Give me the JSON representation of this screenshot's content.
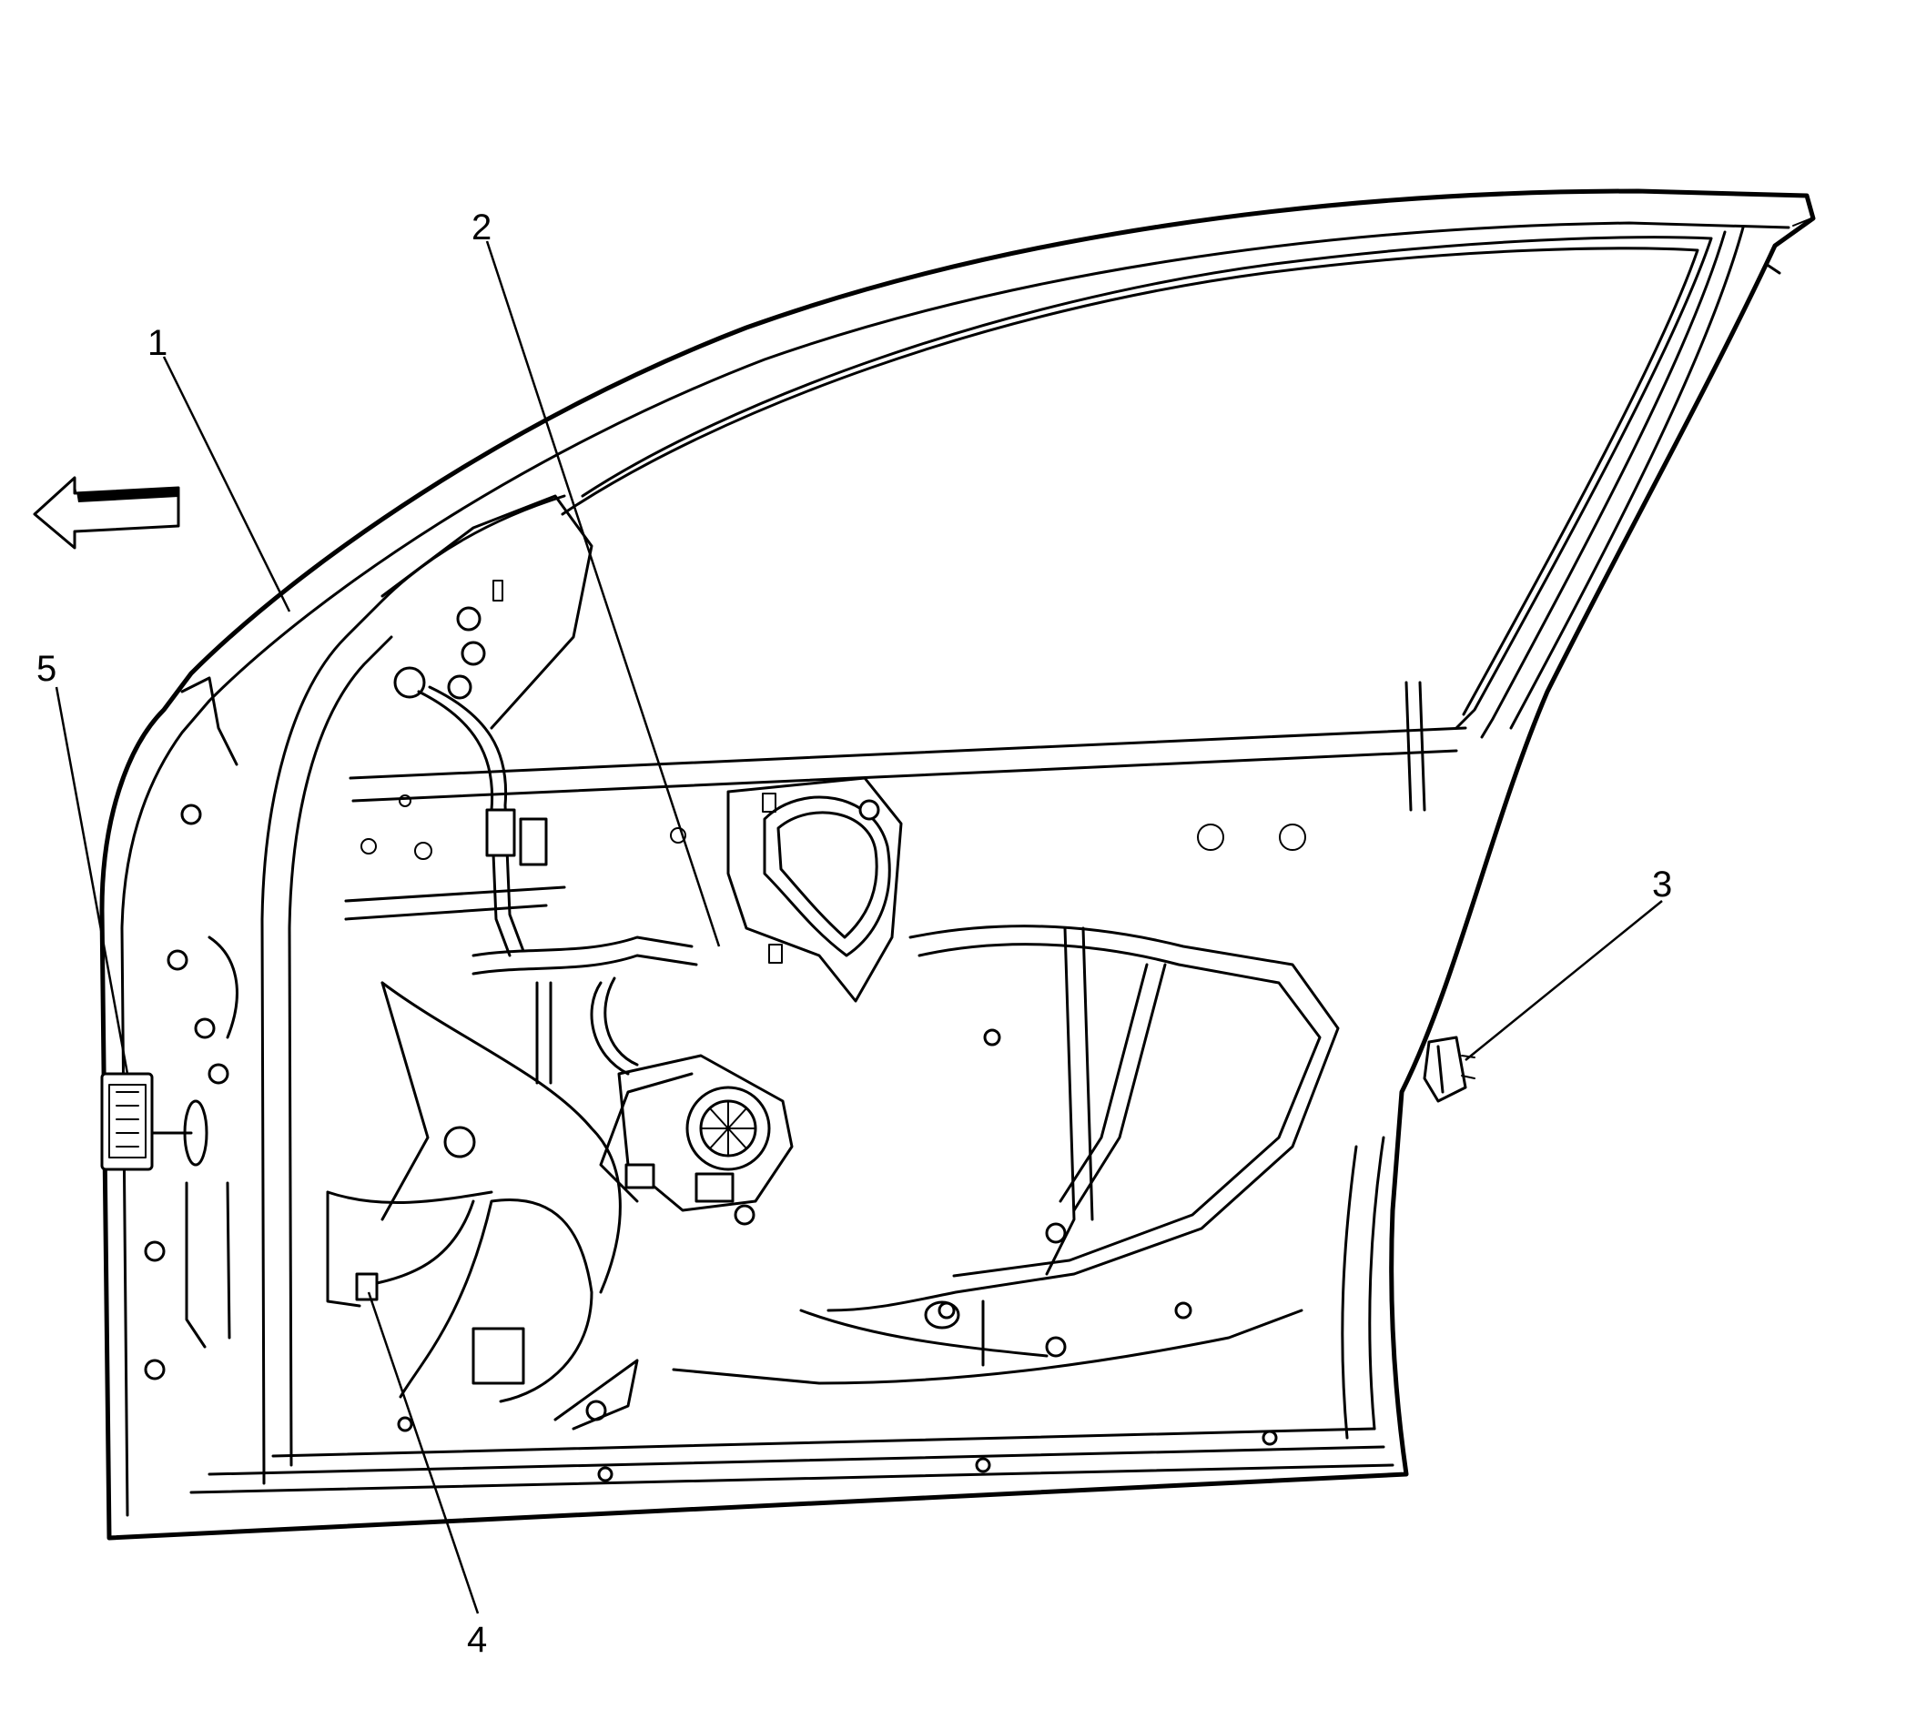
{
  "diagram": {
    "callouts": [
      {
        "id": "1",
        "label": "1"
      },
      {
        "id": "2",
        "label": "2"
      },
      {
        "id": "3",
        "label": "3"
      },
      {
        "id": "4",
        "label": "4"
      },
      {
        "id": "5",
        "label": "5"
      }
    ],
    "direction_arrow": "left-arrow-icon",
    "colors": {
      "line": "#000000",
      "background": "#ffffff"
    }
  }
}
